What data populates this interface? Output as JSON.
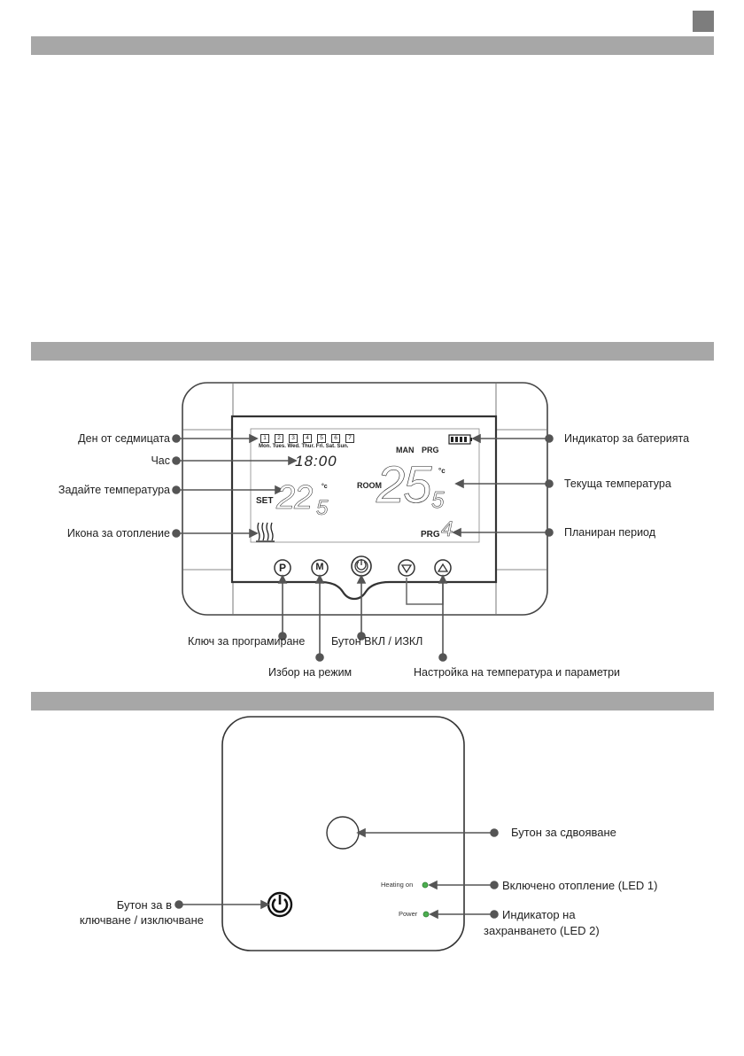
{
  "page_marker": "",
  "thermostat": {
    "labels_left": {
      "weekday": "Ден от седмицата",
      "hour": "Час",
      "set_temp": "Задайте температура",
      "heating_icon": "Икона за отопление"
    },
    "labels_right": {
      "battery": "Индикатор за батерията",
      "current_temp": "Текуща температура",
      "planned_period": "Планиран период"
    },
    "labels_bottom": {
      "program_key": "Ключ за програмиране",
      "on_off": "Бутон ВКЛ / ИЗКЛ",
      "mode": "Избор на режим",
      "adjust": "Настройка на температура и параметри"
    },
    "lcd": {
      "day_numbers": [
        "1",
        "2",
        "3",
        "4",
        "5",
        "6",
        "7"
      ],
      "day_names": "Mon. Tues. Wed. Thur. Fri. Sat. Sun.",
      "time": "18:00",
      "man": "MAN",
      "prg_top": "PRG",
      "set": "SET",
      "set_temp_main": "22",
      "set_temp_dec": "5",
      "deg_c": "°c",
      "room": "ROOM",
      "room_temp_main": "25",
      "room_temp_dec": "5",
      "prg_bottom": "PRG",
      "period": "4",
      "heat_icon": "heating-waves"
    },
    "buttons": {
      "p": "P",
      "m": "M",
      "power": "power-icon",
      "down": "triangle-down-icon",
      "up": "triangle-up-icon"
    }
  },
  "receiver": {
    "labels": {
      "pair_button": "Бутон за сдвояване",
      "power_button_line1": "Бутон за в",
      "power_button_line2": "ключване / изключване",
      "led1": "Включено отопление (LED 1)",
      "led2_line1": "Индикатор на",
      "led2_line2": "захранването (LED 2)"
    },
    "device_text": {
      "heating_on": "Heating on",
      "power": "Power"
    },
    "colors": {
      "led": "#4caf50"
    }
  }
}
